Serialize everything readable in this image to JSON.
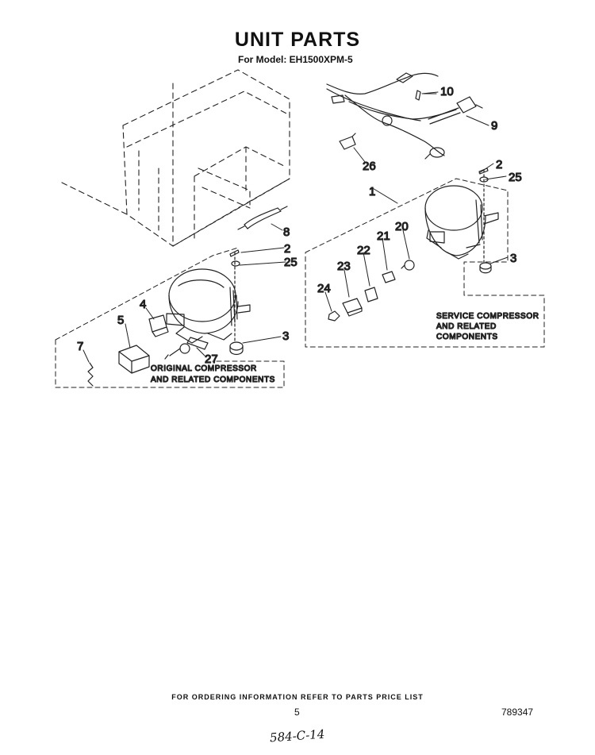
{
  "header": {
    "title": "UNIT PARTS",
    "subtitle": "For Model: EH1500XPM-5"
  },
  "callouts": {
    "c1": "1",
    "c2a": "2",
    "c2b": "2",
    "c3a": "3",
    "c3b": "3",
    "c4": "4",
    "c5": "5",
    "c7": "7",
    "c8": "8",
    "c9": "9",
    "c10": "10",
    "c20": "20",
    "c21": "21",
    "c22": "22",
    "c23": "23",
    "c24": "24",
    "c25a": "25",
    "c25b": "25",
    "c26": "26",
    "c27": "27"
  },
  "groups": {
    "original_line1": "ORIGINAL COMPRESSOR",
    "original_line2": "AND RELATED COMPONENTS",
    "service_line1": "SERVICE COMPRESSOR",
    "service_line2": "AND RELATED",
    "service_line3": "COMPONENTS"
  },
  "footer": {
    "ordering_note": "FOR ORDERING INFORMATION REFER TO PARTS PRICE LIST",
    "page_number": "5",
    "document_number": "789347",
    "handwritten_note": "584-C-14"
  }
}
